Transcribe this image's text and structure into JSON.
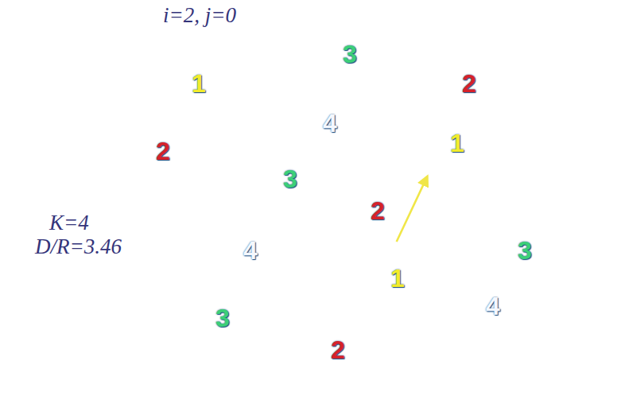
{
  "diagram": {
    "nodes": [
      {
        "text": [
          "3"
        ]
      },
      {
        "text": [
          "1"
        ]
      },
      {
        "text": [
          "2"
        ]
      },
      {
        "text": [
          "4"
        ]
      },
      {
        "text": [
          "2"
        ]
      },
      {
        "text": [
          "1"
        ]
      },
      {
        "text": [
          "3"
        ]
      },
      {
        "text": [
          "2"
        ]
      },
      {
        "text": [
          "4"
        ]
      },
      {
        "text": [
          "3"
        ]
      },
      {
        "text": [
          "1"
        ]
      },
      {
        "text": [
          "3"
        ]
      },
      {
        "text": [
          "4"
        ]
      },
      {
        "text": [
          "2"
        ]
      }
    ],
    "edges": [
      {
        "from": 10,
        "to": 5,
        "arrow": "to"
      }
    ],
    "labels": [
      "i=2, j=0",
      "K=4",
      "D/R=3.46"
    ]
  }
}
